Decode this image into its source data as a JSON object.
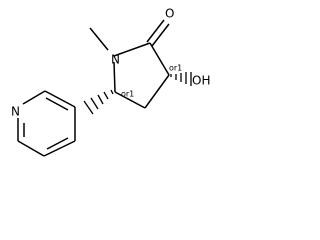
{
  "molecule": {
    "labels": {
      "oxygen": "O",
      "hydroxyl": "OH",
      "nitrogen_lactam": "N",
      "nitrogen_pyridine": "N",
      "stereo_c3": "or1",
      "stereo_c5": "or1"
    },
    "colors": {
      "bonds": "#000000",
      "text": "#000000",
      "background": "#ffffff"
    }
  }
}
